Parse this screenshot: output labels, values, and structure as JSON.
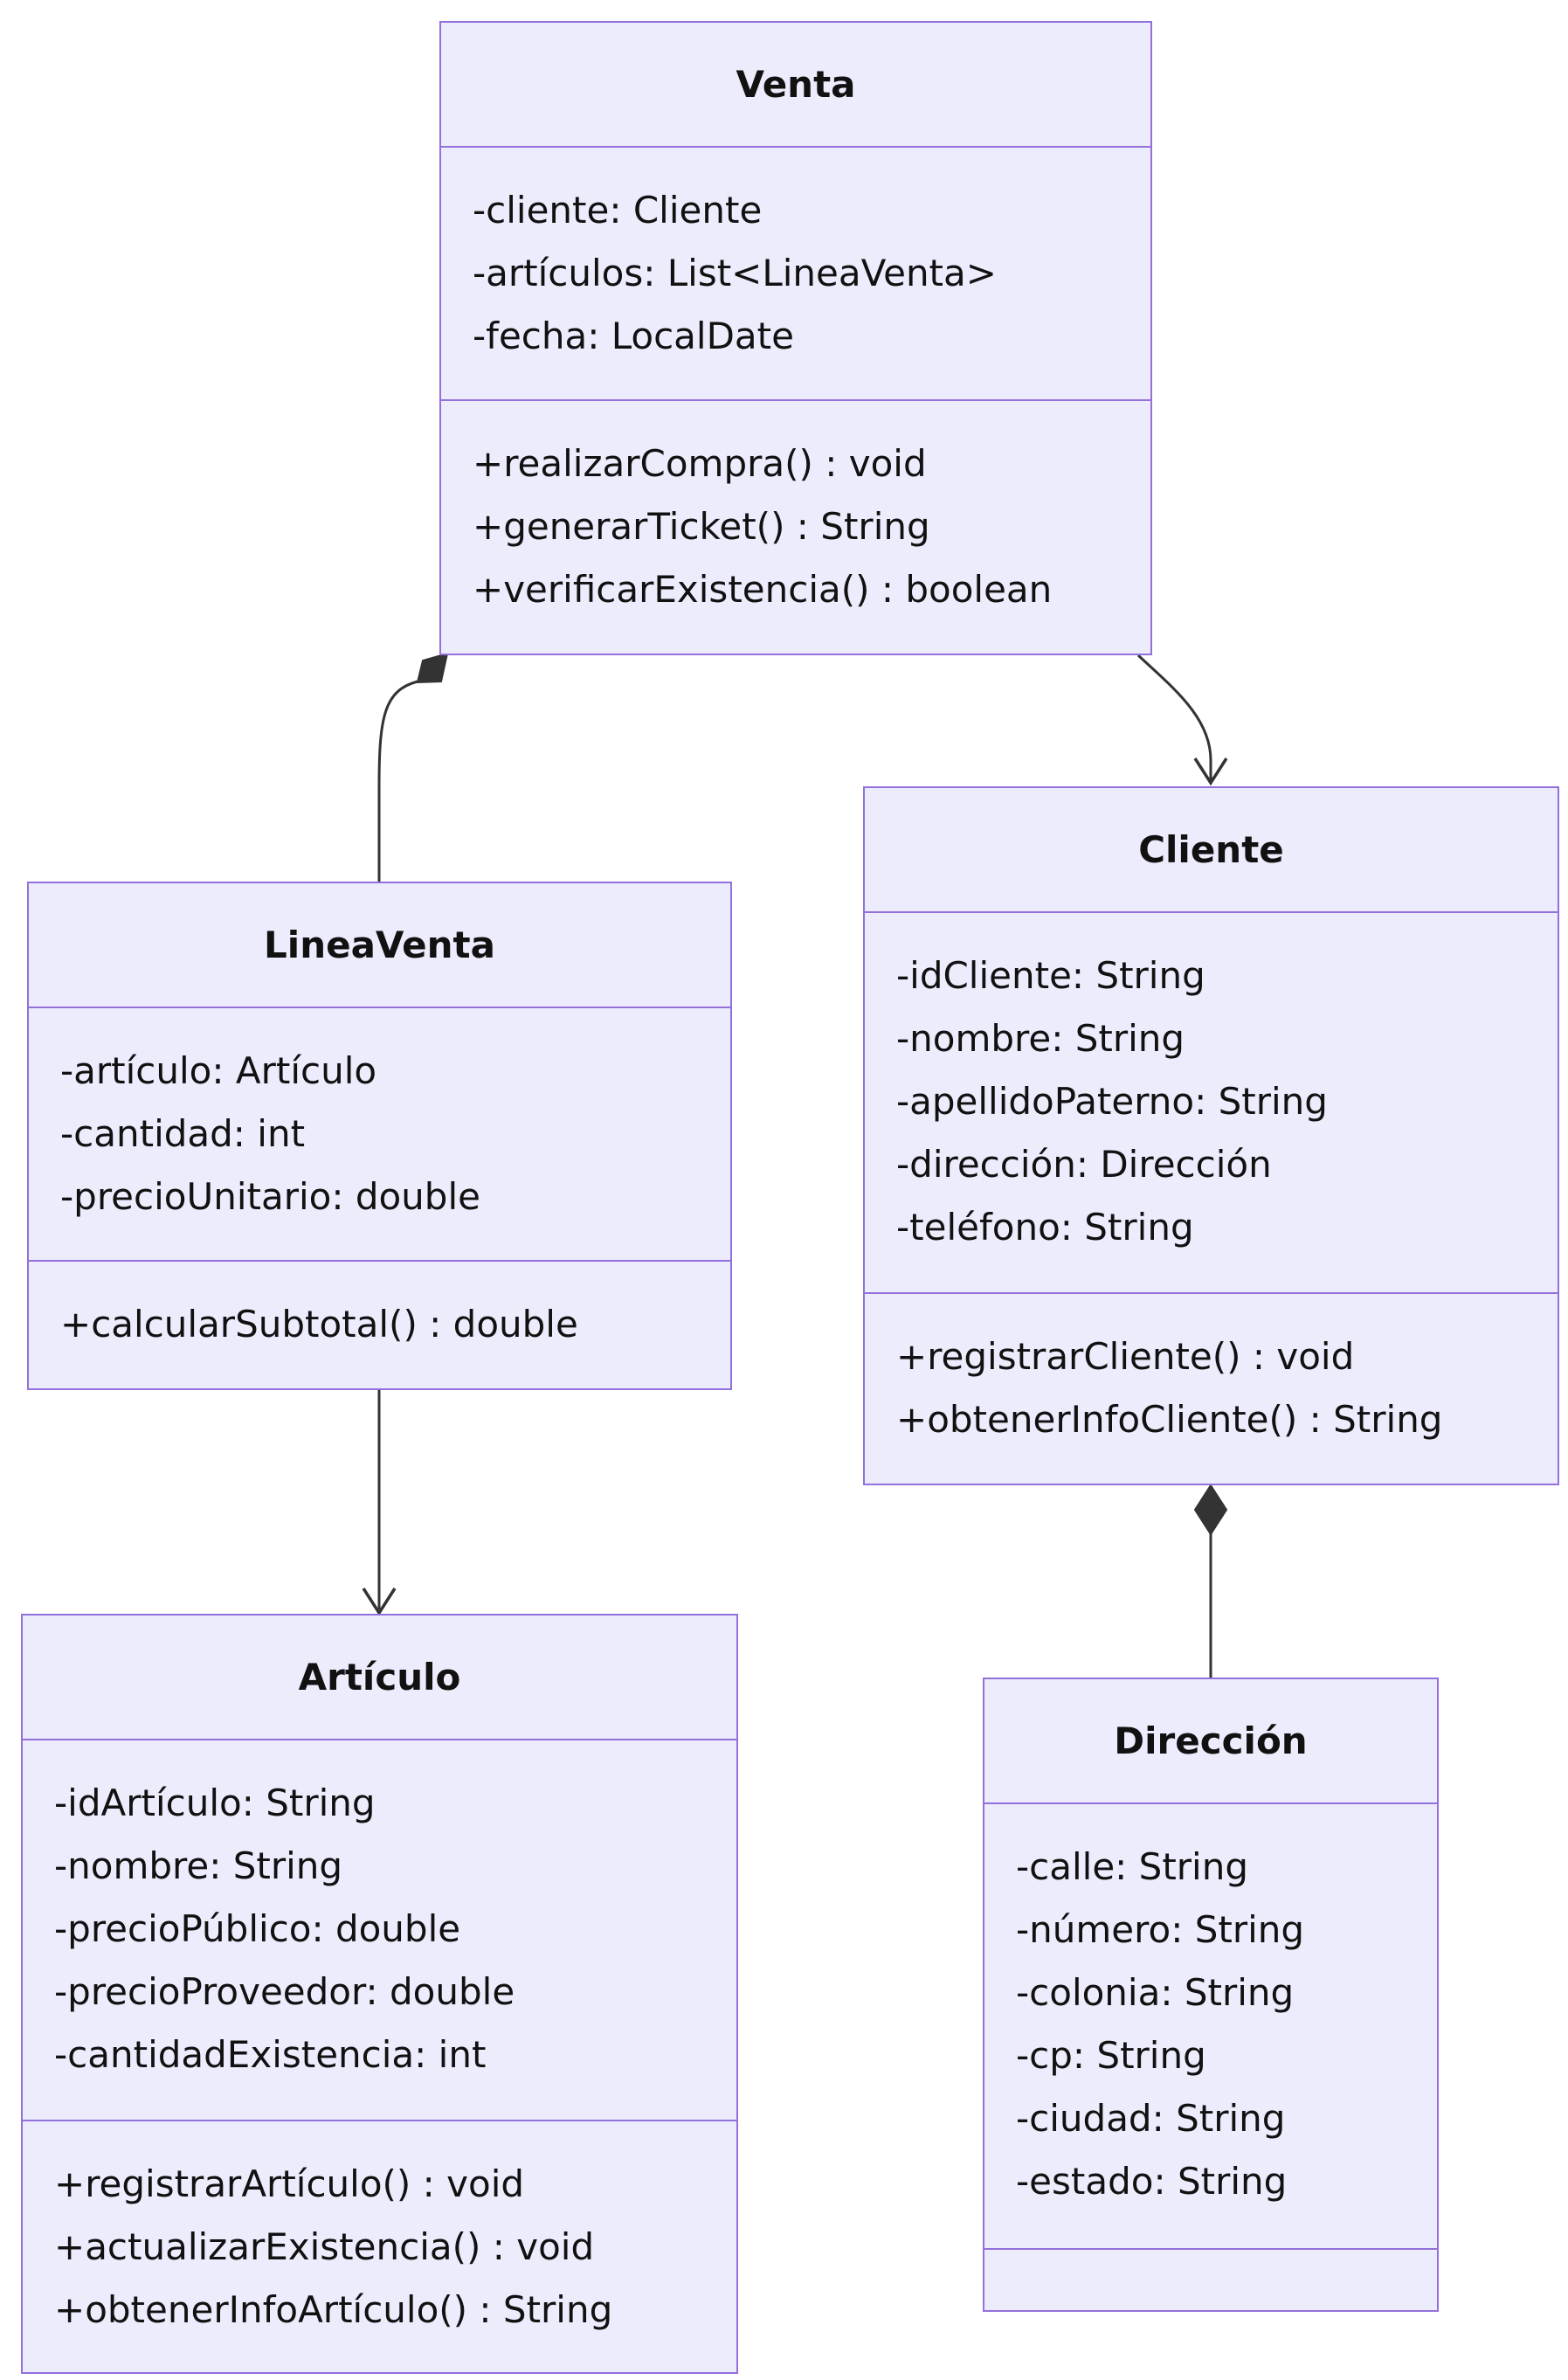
{
  "classes": {
    "venta": {
      "name": "Venta",
      "attributes": [
        "-cliente: Cliente",
        "-artículos: List<LineaVenta>",
        "-fecha: LocalDate"
      ],
      "methods": [
        "+realizarCompra() : void",
        "+generarTicket() : String",
        "+verificarExistencia() : boolean"
      ]
    },
    "lineaventa": {
      "name": "LineaVenta",
      "attributes": [
        "-artículo: Artículo",
        "-cantidad: int",
        "-precioUnitario: double"
      ],
      "methods": [
        "+calcularSubtotal() : double"
      ]
    },
    "cliente": {
      "name": "Cliente",
      "attributes": [
        "-idCliente: String",
        "-nombre: String",
        "-apellidoPaterno: String",
        "-dirección: Dirección",
        "-teléfono: String"
      ],
      "methods": [
        "+registrarCliente() : void",
        "+obtenerInfoCliente() : String"
      ]
    },
    "articulo": {
      "name": "Artículo",
      "attributes": [
        "-idArtículo: String",
        "-nombre: String",
        "-precioPúblico: double",
        "-precioProveedor: double",
        "-cantidadExistencia: int"
      ],
      "methods": [
        "+registrarArtículo() : void",
        "+actualizarExistencia() : void",
        "+obtenerInfoArtículo() : String"
      ]
    },
    "direccion": {
      "name": "Dirección",
      "attributes": [
        "-calle: String",
        "-número: String",
        "-colonia: String",
        "-cp: String",
        "-ciudad: String",
        "-estado: String"
      ],
      "methods": []
    }
  },
  "relationships": [
    {
      "from": "Venta",
      "to": "LineaVenta",
      "type": "composition"
    },
    {
      "from": "Venta",
      "to": "Cliente",
      "type": "association"
    },
    {
      "from": "LineaVenta",
      "to": "Artículo",
      "type": "association"
    },
    {
      "from": "Cliente",
      "to": "Dirección",
      "type": "composition"
    }
  ],
  "colors": {
    "fill": "#ececfd",
    "border": "#9370db",
    "edge": "#333333",
    "text": "#111111"
  }
}
